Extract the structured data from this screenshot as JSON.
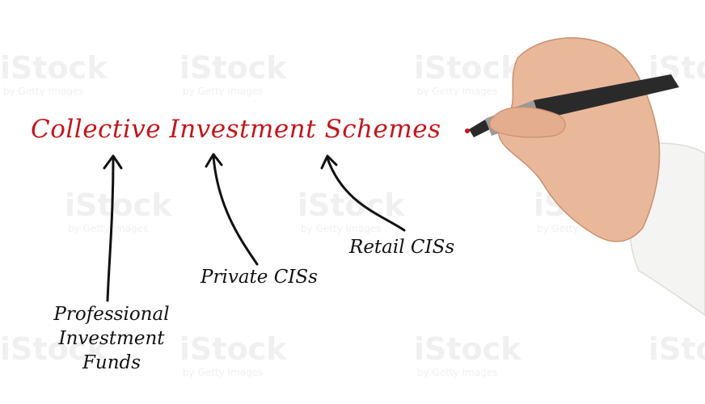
{
  "title": "Collective Investment Schemes",
  "colors": {
    "title": "#c0171d",
    "ink": "#111111",
    "skin": "#e9b89a",
    "sleeve": "#f4f4f2",
    "pen_body": "#2a2a2a",
    "pen_grip": "#9a9a9a"
  },
  "labels": {
    "retail": "Retail CISs",
    "private": "Private CISs",
    "professional": [
      "Professional",
      "Investment",
      "Funds"
    ]
  },
  "watermark": {
    "brand": "iStock",
    "byline": "by Getty Images"
  }
}
